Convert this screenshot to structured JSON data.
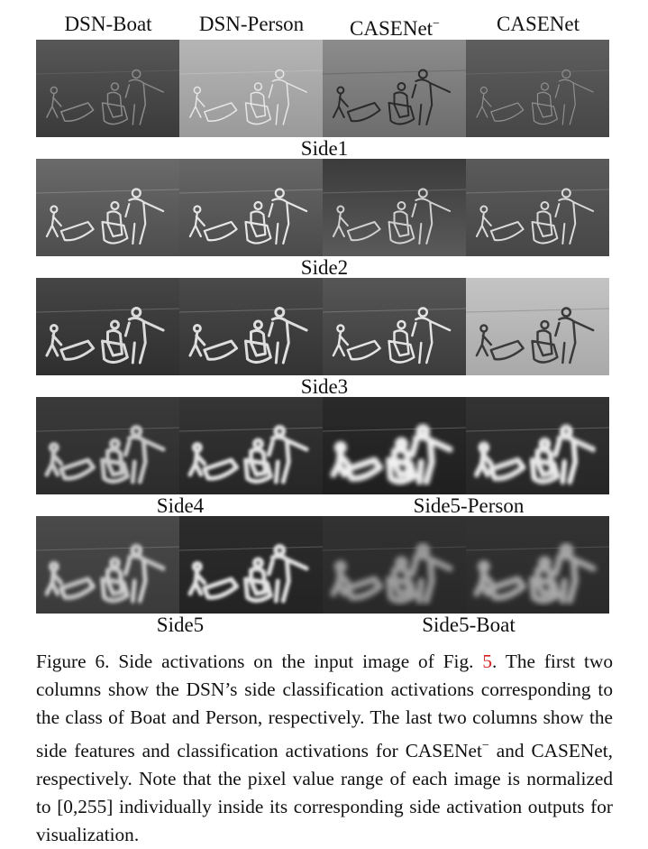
{
  "headers": [
    "DSN-Boat",
    "DSN-Person",
    "CASENet",
    "CASENet"
  ],
  "header_sup": [
    "",
    "",
    "−",
    ""
  ],
  "row_labels": {
    "side1": "Side1",
    "side2": "Side2",
    "side3": "Side3",
    "side4": "Side4",
    "side5_person": "Side5-Person",
    "side5": "Side5",
    "side5_boat": "Side5-Boat"
  },
  "caption": {
    "part1": "Figure 6. Side activations on the input image of Fig. ",
    "ref": "5",
    "part2": ". The first two columns show the DSN’s side classification activations corresponding to the class of Boat and Person, respectively. The last two columns show the side features and classification activations for CASENet",
    "sup": "−",
    "part3": " and CASENet, respectively. Note that the pixel value range of each image is normalized to [0,255] individually inside its corresponding side activation outputs for visualization."
  }
}
